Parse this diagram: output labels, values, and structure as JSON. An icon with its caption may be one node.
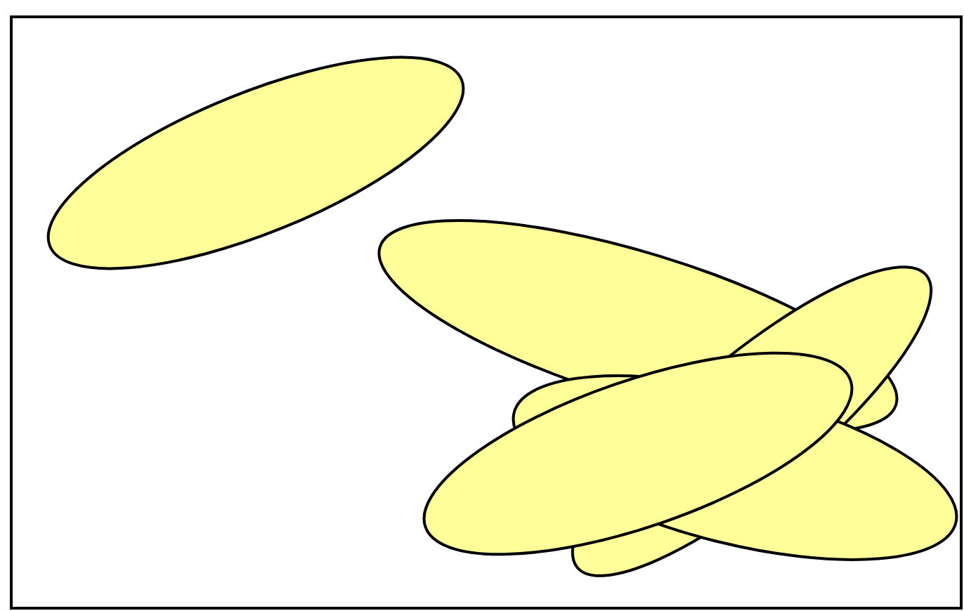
{
  "diagram": {
    "nodes": [
      {
        "text": [],
        "shape": "ellipse"
      },
      {
        "text": [],
        "shape": "ellipse"
      },
      {
        "text": [],
        "shape": "ellipse"
      },
      {
        "text": [],
        "shape": "ellipse"
      },
      {
        "text": [],
        "shape": "ellipse"
      }
    ]
  }
}
